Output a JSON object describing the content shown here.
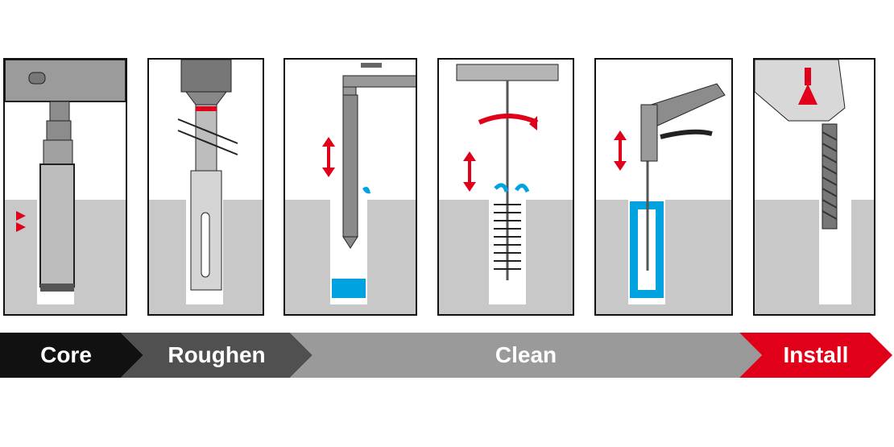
{
  "colors": {
    "ground": "#c8c8c8",
    "tool_grey": "#a9a9a9",
    "accent_red": "#e0001a",
    "water_blue": "#00a3e0",
    "core_step": "#111111",
    "roughen_step": "#505050",
    "clean_step": "#9a9a9a",
    "install_step": "#e0001a"
  },
  "steps": [
    {
      "label": "Core"
    },
    {
      "label": "Roughen"
    },
    {
      "label": "Clean"
    },
    {
      "label": "Install"
    }
  ],
  "panels": [
    {
      "scene": "core-drill",
      "icon": "core-drill-icon"
    },
    {
      "scene": "roughening-tool",
      "icon": "roughening-tool-icon"
    },
    {
      "scene": "water-flush",
      "icon": "water-tap-icon"
    },
    {
      "scene": "brush-clean",
      "icon": "rotating-brush-icon"
    },
    {
      "scene": "air-blow",
      "icon": "air-gun-icon"
    },
    {
      "scene": "install-rebar",
      "icon": "rebar-hand-icon"
    }
  ]
}
